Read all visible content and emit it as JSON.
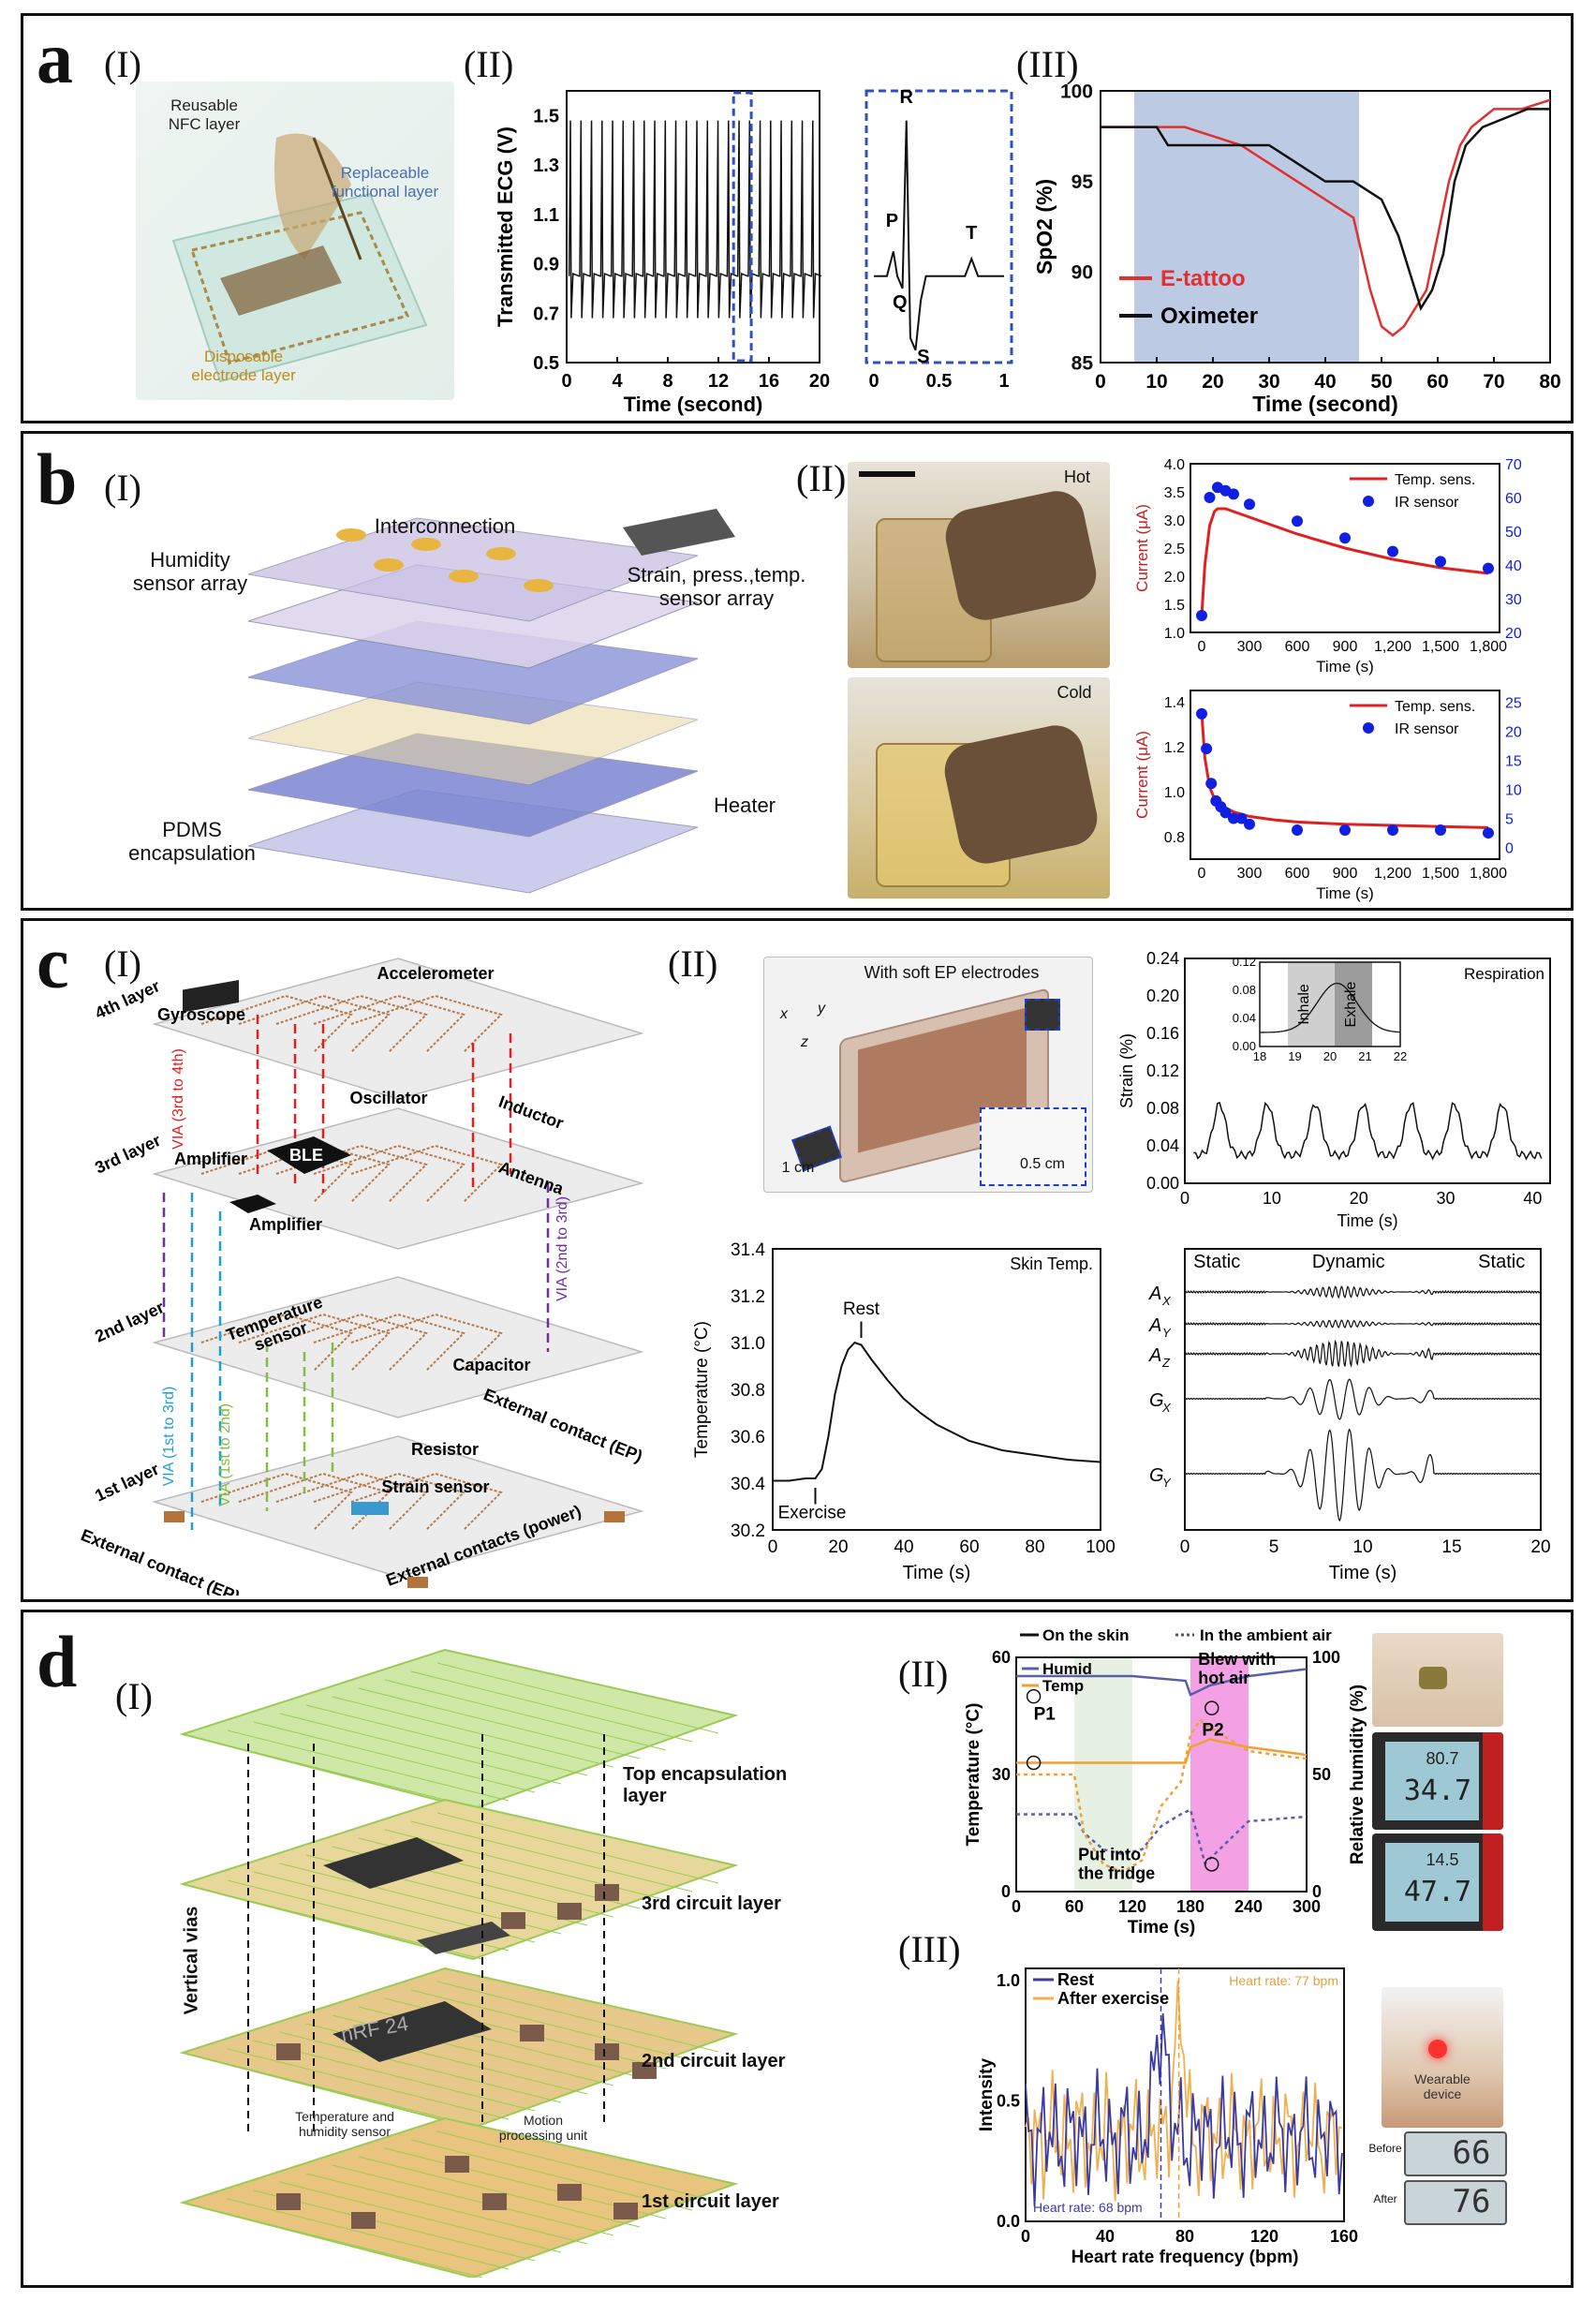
{
  "panels": {
    "a": {
      "label": "a",
      "sub_labels": [
        "(I)",
        "(II)",
        "(III)"
      ],
      "device_labels": {
        "reusable": "Reusable\nNFC layer",
        "replaceable": "Replaceable\nfunctional layer",
        "disposable": "Disposable\nelectrode layer"
      },
      "ecg_wave_labels": [
        "P",
        "R",
        "Q",
        "S",
        "T"
      ]
    },
    "b": {
      "label": "b",
      "sub_labels": [
        "(I)",
        "(II)"
      ],
      "layer_labels": {
        "humidity": "Humidity\nsensor array",
        "interconnection": "Interconnection",
        "strain": "Strain, press.,temp.\nsensor array",
        "heater": "Heater",
        "pdms": "PDMS\nencapsulation"
      },
      "photo_labels": {
        "hot": "Hot",
        "cold": "Cold"
      }
    },
    "c": {
      "label": "c",
      "sub_labels": [
        "(I)",
        "(II)"
      ],
      "stack_labels": {
        "layers": [
          "4th layer",
          "3rd layer",
          "2nd layer",
          "1st layer"
        ],
        "components": [
          "Accelerometer",
          "Gyroscope",
          "Oscillator",
          "Inductor",
          "Amplifier",
          "BLE",
          "Amplifier",
          "Antenna",
          "Temperature\nsensor",
          "Capacitor",
          "Resistor",
          "Strain sensor"
        ],
        "vias": [
          "VIA (3rd to 4th)",
          "VIA (2nd to 3rd)",
          "VIA (1st to 3rd)",
          "VIA (1st to 2nd)"
        ],
        "contacts": [
          "External contact (EP)",
          "External contact (EP)",
          "External contacts (power)"
        ]
      },
      "photo_labels": {
        "title": "With soft EP electrodes",
        "scale1": "1 cm",
        "scale2": "0.5 cm",
        "axes": [
          "x",
          "y",
          "z"
        ]
      }
    },
    "d": {
      "label": "d",
      "sub_labels": [
        "(I)",
        "(II)",
        "(III)"
      ],
      "stack_labels": {
        "top": "Top encapsulation\nlayer",
        "third": "3rd circuit layer",
        "second": "2nd  circuit layer",
        "first": "1st circuit layer",
        "vias": "Vertical vias",
        "temp_hum": "Temperature and\nhumidity sensor",
        "motion": "Motion\nprocessing unit",
        "chip": "nRF 24"
      },
      "meter_readings": [
        "80.7",
        "34.7",
        "14.5",
        "47.7"
      ],
      "photo_labels": {
        "wearable": "Wearable\ndevice",
        "before": "Before",
        "after": "After"
      },
      "hr_values": [
        "66",
        "76"
      ]
    }
  },
  "chart_data": [
    {
      "id": "a-II-left",
      "type": "line",
      "xlabel": "Time (second)",
      "ylabel": "Transmitted ECG (V)",
      "xlim": [
        0,
        20
      ],
      "ylim": [
        0.5,
        1.6
      ],
      "xticks": [
        "0",
        "4",
        "8",
        "12",
        "16",
        "20"
      ],
      "yticks": [
        "0.5",
        "0.7",
        "0.9",
        "1.1",
        "1.3",
        "1.5"
      ],
      "baseline": 0.85,
      "peak": 1.48,
      "trough": 0.68,
      "beats": 24
    },
    {
      "id": "a-II-right",
      "type": "line",
      "xlabel": "",
      "xlim": [
        0,
        1
      ],
      "xticks": [
        "0",
        "0.5",
        "1"
      ],
      "x": [
        0,
        0.1,
        0.15,
        0.18,
        0.22,
        0.25,
        0.28,
        0.32,
        0.36,
        0.4,
        0.44,
        0.5,
        0.7,
        0.75,
        0.8,
        0.85,
        1.0
      ],
      "y": [
        0.85,
        0.85,
        0.95,
        0.85,
        0.8,
        1.48,
        0.6,
        0.55,
        0.75,
        0.85,
        0.85,
        0.85,
        0.85,
        0.92,
        0.85,
        0.85,
        0.85
      ]
    },
    {
      "id": "a-III",
      "type": "line",
      "xlabel": "Time (second)",
      "ylabel": "SpO2 (%)",
      "xlim": [
        0,
        80
      ],
      "ylim": [
        85,
        100
      ],
      "xticks": [
        "0",
        "10",
        "20",
        "30",
        "40",
        "50",
        "60",
        "70",
        "80"
      ],
      "yticks": [
        "85",
        "90",
        "95",
        "100"
      ],
      "shaded": [
        6,
        46
      ],
      "series": [
        {
          "name": "E-tattoo",
          "color": "#e03030",
          "x": [
            0,
            8,
            15,
            20,
            25,
            30,
            35,
            40,
            45,
            48,
            50,
            52,
            54,
            56,
            58,
            60,
            62,
            64,
            66,
            68,
            70,
            75,
            80
          ],
          "y": [
            98,
            98,
            98,
            97.5,
            97,
            96,
            95,
            94,
            93,
            89,
            87,
            86.5,
            87,
            88,
            89,
            92,
            95,
            97,
            98,
            98.5,
            99,
            99,
            99.5
          ]
        },
        {
          "name": "Oximeter",
          "color": "#111111",
          "x": [
            0,
            10,
            12,
            20,
            30,
            35,
            40,
            45,
            50,
            53,
            55,
            57,
            59,
            61,
            63,
            65,
            68,
            72,
            76,
            80
          ],
          "y": [
            98,
            98,
            97,
            97,
            97,
            96,
            95,
            95,
            94,
            92,
            90,
            88,
            89,
            91,
            95,
            97,
            98,
            98.5,
            99,
            99
          ]
        }
      ]
    },
    {
      "id": "b-II-top",
      "type": "line",
      "xlabel": "Time (s)",
      "ylabel": "Current (μA)",
      "ylabel2": "",
      "xlim": [
        0,
        1800
      ],
      "ylim": [
        1.0,
        4.0
      ],
      "ylim2": [
        20,
        70
      ],
      "xticks": [
        "0",
        "300",
        "600",
        "900",
        "1,200",
        "1,500",
        "1,800"
      ],
      "yticks": [
        "1.0",
        "1.5",
        "2.0",
        "2.5",
        "3.0",
        "3.5",
        "4.0"
      ],
      "yticks2": [
        "20",
        "30",
        "40",
        "50",
        "60",
        "70"
      ],
      "legend": [
        "Temp. sens.",
        "IR sensor"
      ],
      "series": [
        {
          "name": "Temp. sens.",
          "color": "#e02020",
          "x": [
            0,
            20,
            50,
            80,
            100,
            150,
            200,
            300,
            450,
            600,
            900,
            1200,
            1500,
            1800
          ],
          "y": [
            1.3,
            2.2,
            2.9,
            3.15,
            3.2,
            3.2,
            3.15,
            3.05,
            2.9,
            2.75,
            2.5,
            2.3,
            2.15,
            2.05
          ]
        },
        {
          "name": "IR sensor",
          "color": "#1020e0",
          "x": [
            0,
            50,
            100,
            150,
            200,
            300,
            600,
            900,
            1200,
            1500,
            1800
          ],
          "y": [
            25,
            60,
            63,
            62,
            61,
            58,
            53,
            48,
            44,
            41,
            39
          ]
        }
      ]
    },
    {
      "id": "b-II-bottom",
      "type": "line",
      "xlabel": "Time (s)",
      "ylabel": "Current (μA)",
      "xlim": [
        0,
        1800
      ],
      "ylim": [
        0.7,
        1.45
      ],
      "ylim2": [
        -2,
        27
      ],
      "xticks": [
        "0",
        "300",
        "600",
        "900",
        "1,200",
        "1,500",
        "1,800"
      ],
      "yticks": [
        "0.8",
        "1.0",
        "1.2",
        "1.4"
      ],
      "yticks2": [
        "0",
        "5",
        "10",
        "15",
        "20",
        "25"
      ],
      "legend": [
        "Temp. sens.",
        "IR sensor"
      ],
      "series": [
        {
          "name": "Temp. sens.",
          "color": "#e02020",
          "x": [
            0,
            20,
            50,
            80,
            120,
            200,
            300,
            450,
            600,
            900,
            1200,
            1500,
            1800
          ],
          "y": [
            1.35,
            1.15,
            1.02,
            0.97,
            0.94,
            0.91,
            0.89,
            0.875,
            0.865,
            0.855,
            0.85,
            0.845,
            0.84
          ]
        },
        {
          "name": "IR sensor",
          "color": "#1020e0",
          "x": [
            0,
            30,
            60,
            90,
            120,
            150,
            200,
            250,
            300,
            600,
            900,
            1200,
            1500,
            1800
          ],
          "y": [
            23,
            17,
            11,
            8,
            7,
            6,
            5,
            5,
            4,
            3,
            3,
            3,
            3,
            2.5
          ]
        }
      ]
    },
    {
      "id": "c-II-respiration",
      "type": "line",
      "title": "Respiration",
      "xlabel": "Time (s)",
      "ylabel": "Strain (%)",
      "xlim": [
        0,
        42
      ],
      "ylim": [
        0,
        0.24
      ],
      "xticks": [
        "0",
        "10",
        "20",
        "30",
        "40"
      ],
      "yticks": [
        "0.00",
        "0.04",
        "0.08",
        "0.12",
        "0.16",
        "0.20",
        "0.24"
      ],
      "peaks": [
        4,
        9.5,
        15,
        20.5,
        26,
        31,
        36.5
      ],
      "inset": {
        "xticks": [
          "18",
          "19",
          "20",
          "21",
          "22"
        ],
        "yticks": [
          "0.00",
          "0.04",
          "0.08",
          "0.12"
        ],
        "labels": [
          "Inhale",
          "Exhale"
        ]
      }
    },
    {
      "id": "c-II-skintemp",
      "type": "line",
      "title": "Skin Temp.",
      "xlabel": "Time (s)",
      "ylabel": "Temperature (°C)",
      "xlim": [
        0,
        100
      ],
      "ylim": [
        30.2,
        31.4
      ],
      "xticks": [
        "0",
        "20",
        "40",
        "60",
        "80",
        "100"
      ],
      "yticks": [
        "30.2",
        "30.4",
        "30.6",
        "30.8",
        "31.0",
        "31.2",
        "31.4"
      ],
      "annotations": [
        "Rest",
        "Exercise"
      ],
      "x": [
        0,
        5,
        10,
        13,
        15,
        17,
        19,
        21,
        23,
        25,
        27,
        30,
        35,
        40,
        45,
        50,
        60,
        70,
        80,
        90,
        100
      ],
      "y": [
        30.41,
        30.41,
        30.42,
        30.42,
        30.46,
        30.6,
        30.78,
        30.9,
        30.97,
        31.0,
        30.99,
        30.93,
        30.84,
        30.76,
        30.7,
        30.65,
        30.58,
        30.54,
        30.52,
        30.5,
        30.49
      ]
    },
    {
      "id": "c-II-motion",
      "type": "line",
      "xlabel": "Time (s)",
      "xlim": [
        0,
        20
      ],
      "xticks": [
        "0",
        "5",
        "10",
        "15",
        "20"
      ],
      "channels": [
        "AX",
        "AY",
        "AZ",
        "GX",
        "GY"
      ],
      "phase_labels": [
        "Static",
        "Dynamic",
        "Static"
      ],
      "dynamic_range": [
        4.5,
        14
      ]
    },
    {
      "id": "d-II",
      "type": "line",
      "xlabel": "Time (s)",
      "ylabel": "Temperature (°C)",
      "ylabel2": "Relative humidity (%)",
      "xlim": [
        0,
        300
      ],
      "ylim": [
        0,
        60
      ],
      "ylim2": [
        0,
        100
      ],
      "xticks": [
        "0",
        "60",
        "120",
        "180",
        "240",
        "300"
      ],
      "yticks": [
        "0",
        "30",
        "60"
      ],
      "yticks2": [
        "0",
        "50",
        "100"
      ],
      "legend_top": [
        "On the skin",
        "In the ambient air"
      ],
      "legend": [
        "Humid",
        "Temp"
      ],
      "annotations": [
        "P1",
        "P2",
        "Blew with\nhot air",
        "Put into\nthe fridge"
      ],
      "shaded": [
        [
          60,
          120
        ],
        [
          180,
          240
        ]
      ],
      "series": [
        {
          "name": "Humid",
          "color": "#5c5fa8",
          "style": "solid",
          "x": [
            0,
            60,
            120,
            175,
            180,
            200,
            240,
            300
          ],
          "y": [
            92,
            92,
            92,
            90,
            84,
            88,
            92,
            95
          ]
        },
        {
          "name": "Humid",
          "color": "#5c5fa8",
          "style": "dotted",
          "x": [
            0,
            60,
            70,
            90,
            110,
            130,
            150,
            170,
            180,
            195,
            210,
            240,
            300
          ],
          "y": [
            33,
            33,
            25,
            18,
            16,
            18,
            28,
            33,
            35,
            12,
            18,
            30,
            32
          ]
        },
        {
          "name": "Temp",
          "color": "#f0a030",
          "style": "solid",
          "x": [
            0,
            60,
            120,
            175,
            180,
            200,
            240,
            300
          ],
          "y": [
            33,
            33,
            33,
            33,
            37,
            39,
            37,
            35
          ]
        },
        {
          "name": "Temp",
          "color": "#f0a030",
          "style": "dotted",
          "x": [
            0,
            60,
            70,
            90,
            110,
            130,
            150,
            170,
            180,
            190,
            200,
            240,
            300
          ],
          "y": [
            30,
            30,
            15,
            7,
            5,
            8,
            22,
            28,
            40,
            44,
            42,
            36,
            34
          ]
        }
      ]
    },
    {
      "id": "d-III",
      "type": "line",
      "xlabel": "Heart rate frequency (bpm)",
      "ylabel": "Intensity",
      "xlim": [
        0,
        160
      ],
      "ylim": [
        0,
        1.05
      ],
      "xticks": [
        "0",
        "40",
        "80",
        "120",
        "160"
      ],
      "yticks": [
        "0.0",
        "0.5",
        "1.0"
      ],
      "legend": [
        "Rest",
        "After exercise"
      ],
      "annotations": [
        "Heart rate: 77 bpm",
        "Heart rate: 68 bpm"
      ],
      "markers": [
        68,
        77
      ]
    }
  ]
}
